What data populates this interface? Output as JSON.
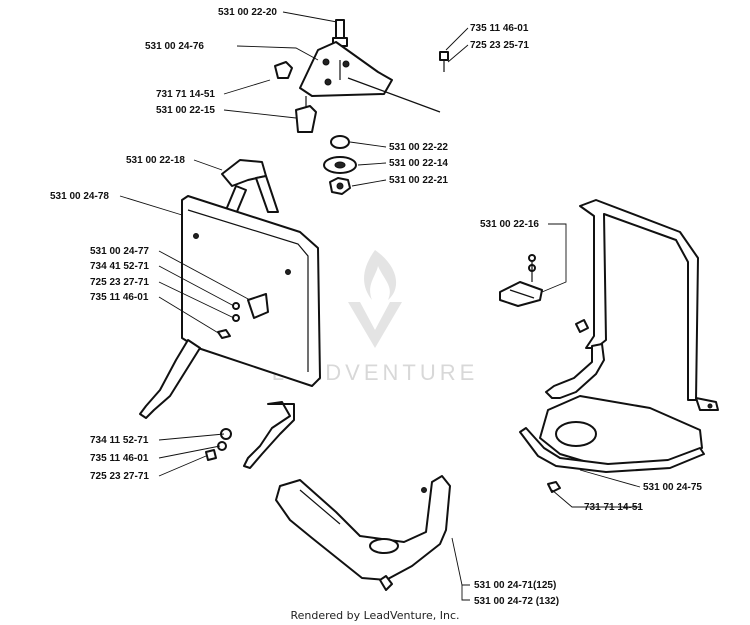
{
  "labels": {
    "l1": "531 00 22-20",
    "l2": "531 00 24-76",
    "l3": "731 71 14-51",
    "l4": "531 00 22-15",
    "l5": "735 11 46-01",
    "l6": "725 23 25-71",
    "l7": "531 00 22-22",
    "l8": "531 00 22-14",
    "l9": "531 00 22-21",
    "l10": "531 00 22-18",
    "l11": "531 00 24-78",
    "l12": "531 00 24-77",
    "l13": "734 41 52-71",
    "l14": "725 23 27-71",
    "l15": "735 11 46-01",
    "l16": "531 00 22-16",
    "l17": "734 11 52-71",
    "l18": "735 11 46-01",
    "l19": "725 23 27-71",
    "l20": "531 00 24-75",
    "l21": "731 71 14-51",
    "l22": "531 00 24-71(125)",
    "l23": "531 00 24-72 (132)"
  },
  "watermark": "LEADVENTURE",
  "footer": "Rendered by LeadVenture, Inc."
}
